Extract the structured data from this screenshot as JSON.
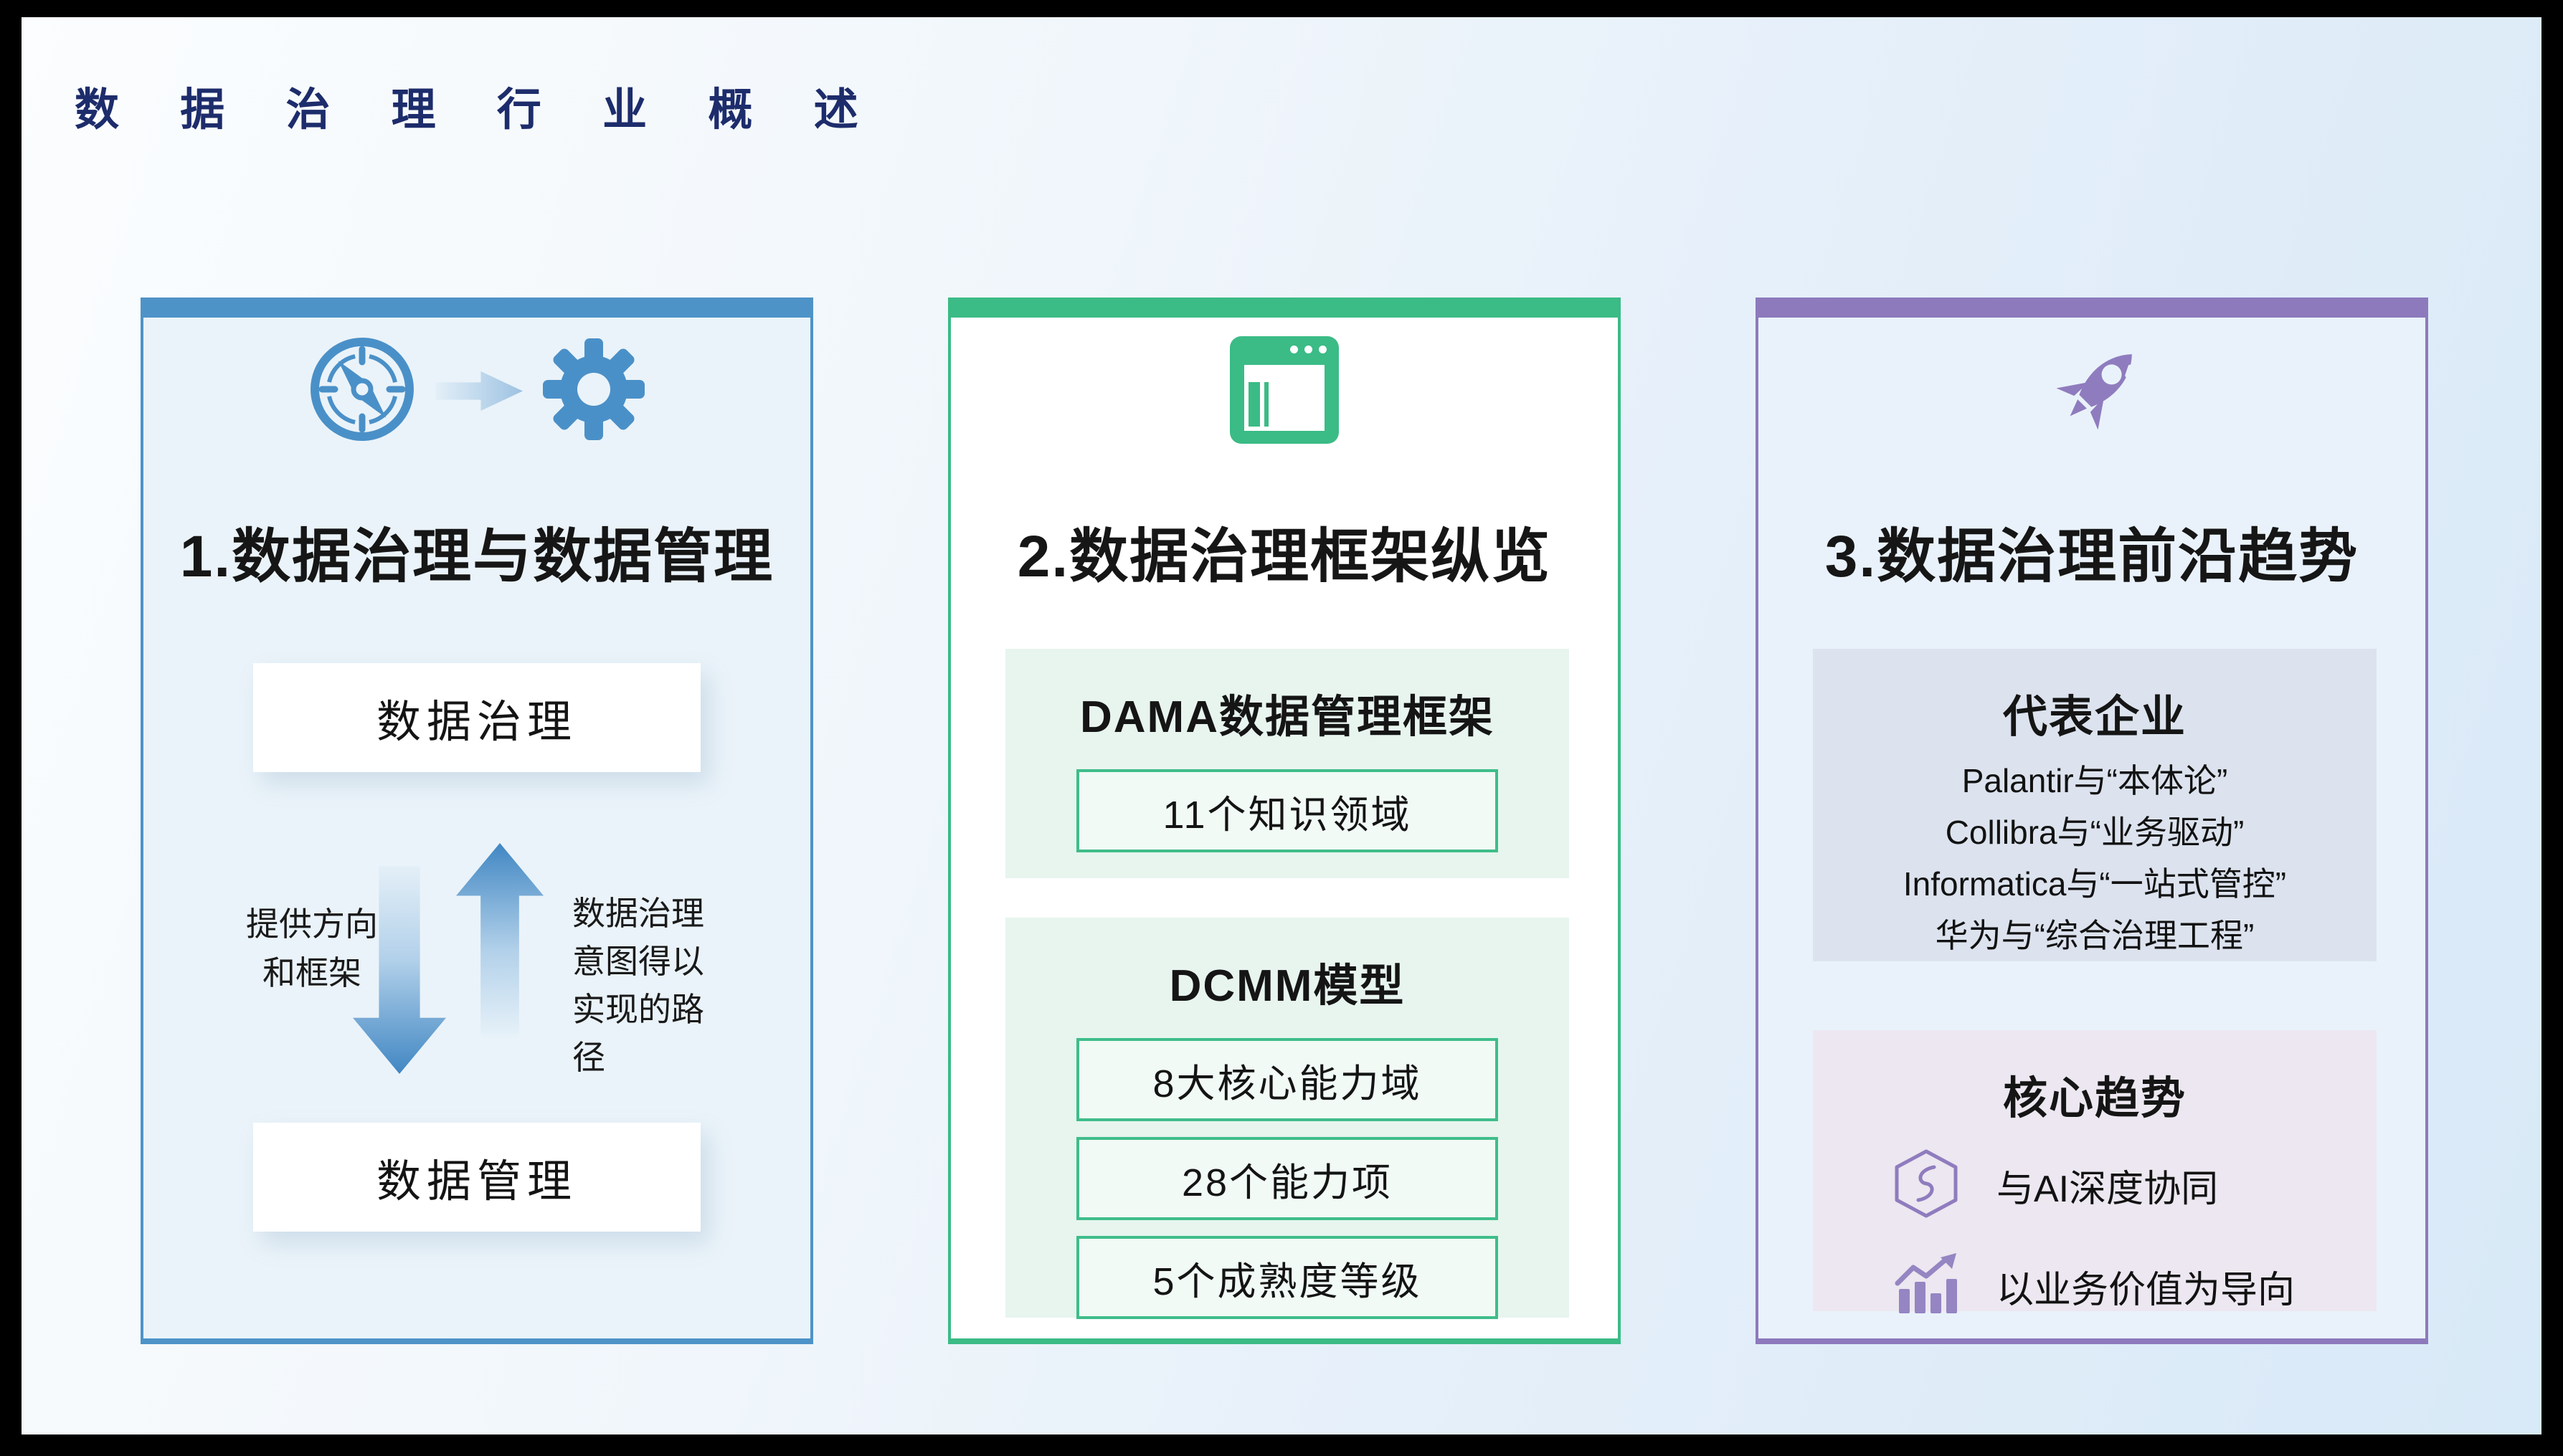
{
  "page_title": "数 据 治 理 行 业 概 述",
  "colors": {
    "frame": "#000000",
    "title": "#1D2C6B",
    "card1_accent": "#4E93C8",
    "card2_accent": "#3BBB86",
    "card3_accent": "#8D7ABC",
    "arrow_blue": "#4187C3",
    "green_section_bg": "#E7F5EE",
    "companies_section_bg": "#DCE3EE",
    "trends_section_bg": "#ECE7F0"
  },
  "card1": {
    "icons": [
      "compass-icon",
      "arrow-right-icon",
      "gear-icon"
    ],
    "title": "1.数据治理与数据管理",
    "top_box": "数据治理",
    "bottom_box": "数据管理",
    "down_arrow_label": [
      "提供方向",
      "和框架"
    ],
    "up_arrow_label": "数据治理意图得以实现的路径"
  },
  "card2": {
    "icon": "browser-window-icon",
    "title": "2.数据治理框架纵览",
    "dama_section": {
      "heading": "DAMA数据管理框架",
      "items": [
        "11个知识领域"
      ]
    },
    "dcmm_section": {
      "heading": "DCMM模型",
      "items": [
        "8大核心能力域",
        "28个能力项",
        "5个成熟度等级"
      ]
    }
  },
  "card3": {
    "icon": "rocket-icon",
    "title": "3.数据治理前沿趋势",
    "companies_section": {
      "heading": "代表企业",
      "items": [
        "Palantir与“本体论”",
        "Collibra与“业务驱动”",
        "Informatica与“一站式管控”",
        "华为与“综合治理工程”"
      ]
    },
    "trends_section": {
      "heading": "核心趋势",
      "items": [
        {
          "icon": "ai-hexagon-icon",
          "label": "与AI深度协同"
        },
        {
          "icon": "bar-chart-growth-icon",
          "label": "以业务价值为导向"
        }
      ]
    }
  }
}
